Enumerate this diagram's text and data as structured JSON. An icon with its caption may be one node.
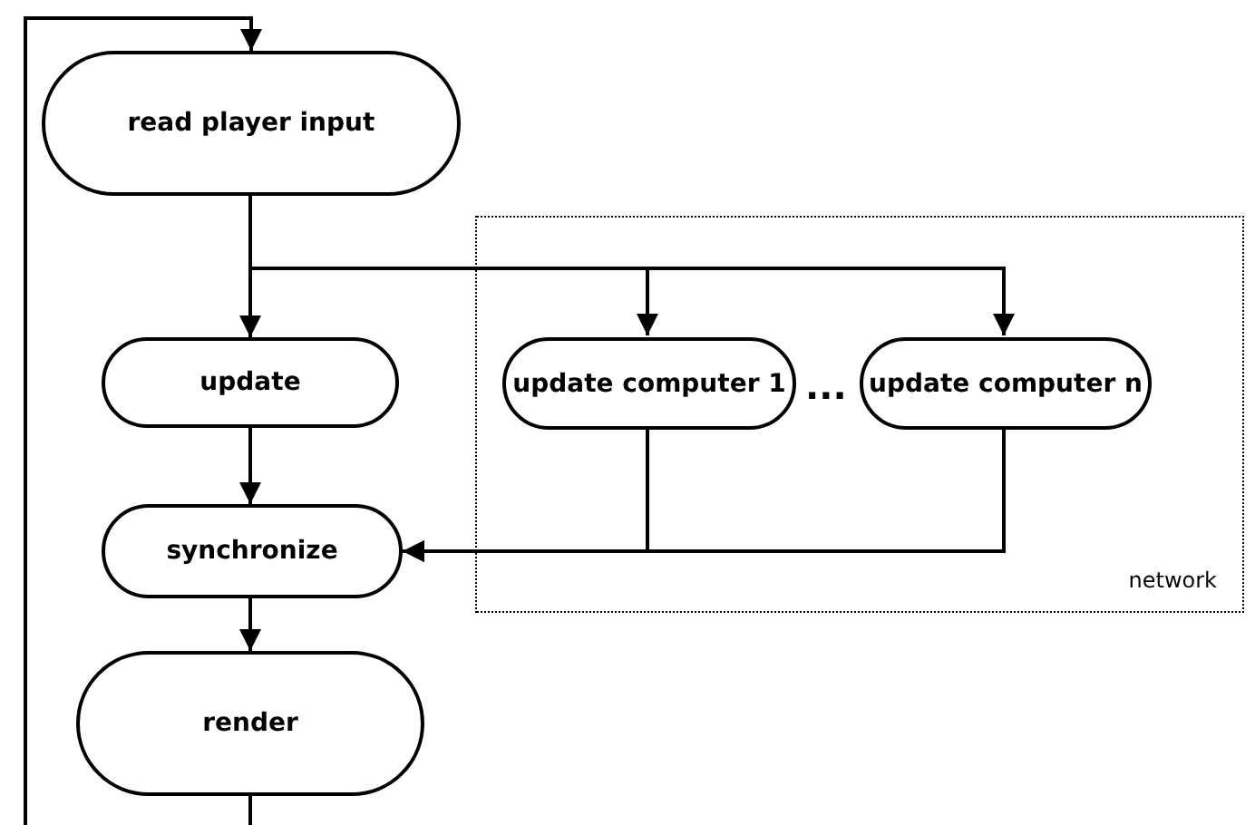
{
  "diagram": {
    "nodes": [
      {
        "text": [
          "read player input"
        ]
      },
      {
        "text": [
          "update"
        ]
      },
      {
        "text": [
          "network"
        ]
      },
      {
        "text": [
          "update computer 1"
        ],
        "in": 2
      },
      {
        "text": [
          "update computer n"
        ],
        "in": 2
      },
      {
        "text": [
          "synchronize"
        ]
      },
      {
        "text": [
          "render"
        ]
      }
    ],
    "edges": [
      {
        "from": 0,
        "to": 1,
        "arrow": "to"
      },
      {
        "from": 0,
        "to": 3,
        "arrow": "to"
      },
      {
        "from": 0,
        "to": 4,
        "arrow": "to"
      },
      {
        "from": 1,
        "to": 5,
        "arrow": "to"
      },
      {
        "from": 3,
        "to": 5,
        "arrow": "to"
      },
      {
        "from": 4,
        "to": 5,
        "arrow": "to"
      },
      {
        "from": 5,
        "to": 6,
        "arrow": "to"
      },
      {
        "from": 6,
        "to": 0,
        "arrow": "to"
      }
    ],
    "labels": [
      "..."
    ]
  }
}
